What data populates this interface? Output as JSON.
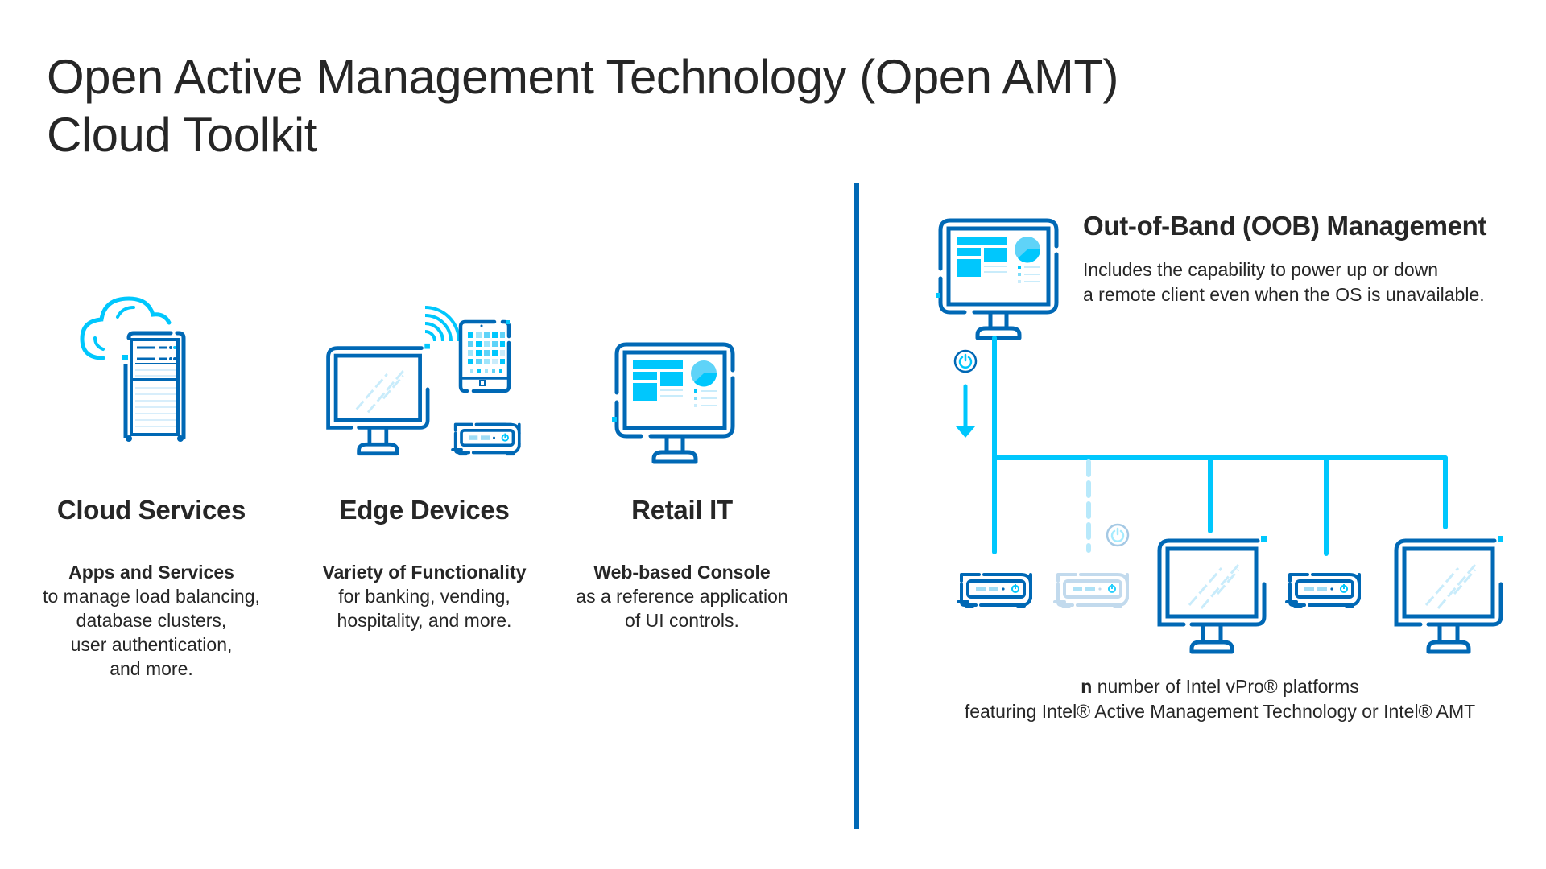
{
  "title": {
    "line1": "Open Active Management Technology (Open AMT)",
    "line2": "Cloud Toolkit"
  },
  "colors": {
    "dark_blue": "#0068B5",
    "light_blue": "#00C7FD",
    "faded_blue": "#B8D4EA",
    "text": "#262626"
  },
  "columns": [
    {
      "icon": "cloud-server-icon",
      "heading": "Cloud Services",
      "subheading": "Apps and Services",
      "body_lines": [
        "to manage load balancing,",
        "database clusters,",
        "user authentication,",
        "and more."
      ]
    },
    {
      "icon": "edge-devices-icon",
      "heading": "Edge Devices",
      "subheading": "Variety of Functionality",
      "body_lines": [
        "for banking, vending,",
        "hospitality, and more."
      ]
    },
    {
      "icon": "retail-console-icon",
      "heading": "Retail IT",
      "subheading": "Web-based Console",
      "body_lines": [
        "as a reference application",
        "of UI controls."
      ]
    }
  ],
  "oob": {
    "heading": "Out-of-Band (OOB) Management",
    "body_lines": [
      "Includes the capability to power up or down",
      "a remote client even when the OS is unavailable."
    ]
  },
  "network": {
    "devices": [
      {
        "type": "mini-pc",
        "state": "active"
      },
      {
        "type": "mini-pc",
        "state": "powered-off"
      },
      {
        "type": "monitor",
        "state": "active"
      },
      {
        "type": "mini-pc",
        "state": "active"
      },
      {
        "type": "monitor",
        "state": "active"
      }
    ]
  },
  "footer": {
    "n_label": "n",
    "line1_rest": " number of Intel vPro® platforms",
    "line2": "featuring Intel® Active Management Technology or Intel® AMT"
  }
}
